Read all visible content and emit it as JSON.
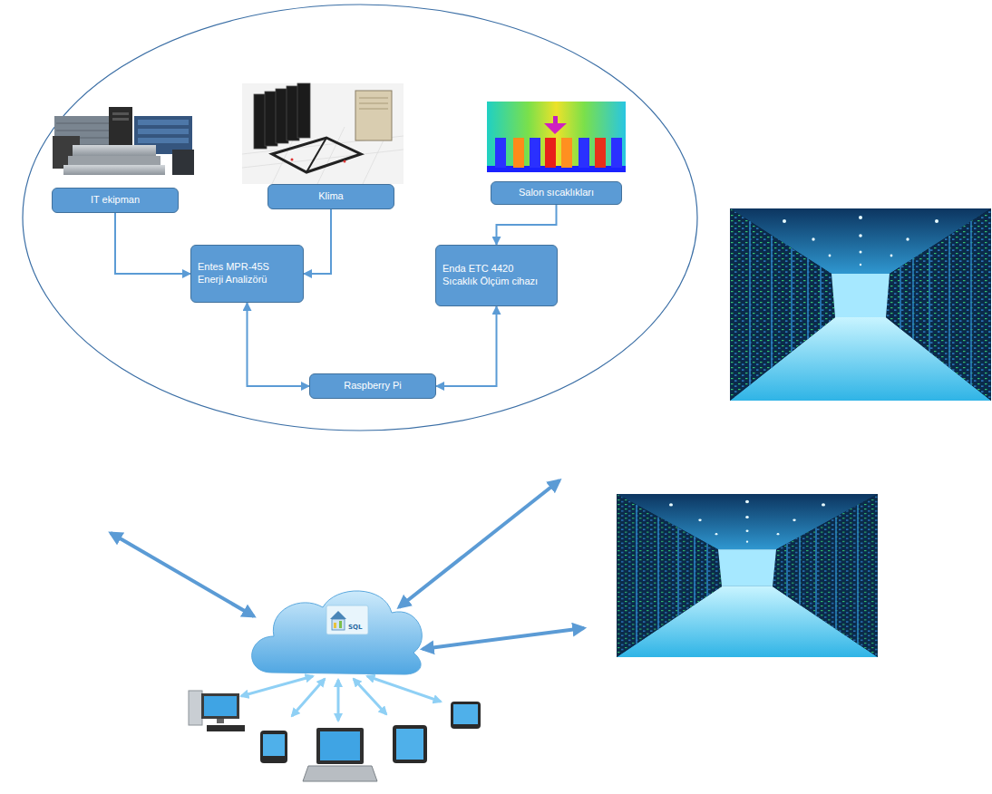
{
  "diagram": {
    "nodes": [
      {
        "text": [
          "IT ekipman"
        ]
      },
      {
        "text": [
          "Klima"
        ]
      },
      {
        "text": [
          "Salon sıcaklıkları"
        ]
      },
      {
        "text": [
          "Entes MPR-45S Enerji Analizörü"
        ]
      },
      {
        "text": [
          "Enda ETC 4420 Sıcaklık Ölçüm cihazı"
        ]
      },
      {
        "text": [
          "Raspberry Pi"
        ]
      }
    ],
    "edges": [
      {
        "from": 0,
        "to": 3,
        "arrow": "to"
      },
      {
        "from": 1,
        "to": 3,
        "arrow": "to"
      },
      {
        "from": 2,
        "to": 4,
        "arrow": "to"
      },
      {
        "from": 3,
        "to": 5,
        "arrow": "both"
      },
      {
        "from": 5,
        "to": 4,
        "arrow": "both"
      }
    ],
    "labels": [
      "SQL"
    ]
  }
}
